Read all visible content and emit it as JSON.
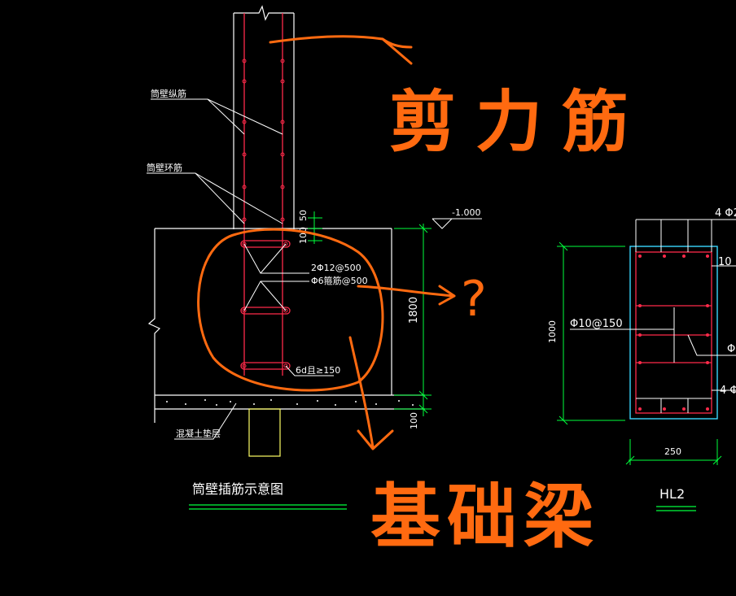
{
  "colors": {
    "background": "#000000",
    "outline": "#ffffff",
    "rebar": "#ff2a4a",
    "dimension": "#00ff3c",
    "column": "#ffff66",
    "section_border": "#39d6ff",
    "annotation": "#ff6a10"
  },
  "section_view": {
    "label_longitudinal": "筒壁纵筋",
    "label_hoop": "筒壁环筋",
    "dim_top_50": "50",
    "dim_top_100": "100",
    "elevation": "-1.000",
    "dim_1800": "1800",
    "dim_100": "100",
    "rebar_spec_1": "2Φ12@500",
    "rebar_spec_2": "Φ6箍筋@500",
    "hook_spec": "6d且≥150",
    "cushion_label": "混凝土垫层",
    "caption": "筒壁插筋示意图"
  },
  "beam_section": {
    "top_bars": "4 Φ2",
    "side_bar_1": "10",
    "stirrup_spec": "Φ10@150",
    "side_bar_2": "Φ",
    "bottom_bars": "4 Φ",
    "height_dim": "1000",
    "width_dim": "250",
    "caption": "HL2"
  },
  "annotations": {
    "handwriting_1": "剪力筋",
    "handwriting_2": "?",
    "handwriting_3": "基础梁"
  }
}
